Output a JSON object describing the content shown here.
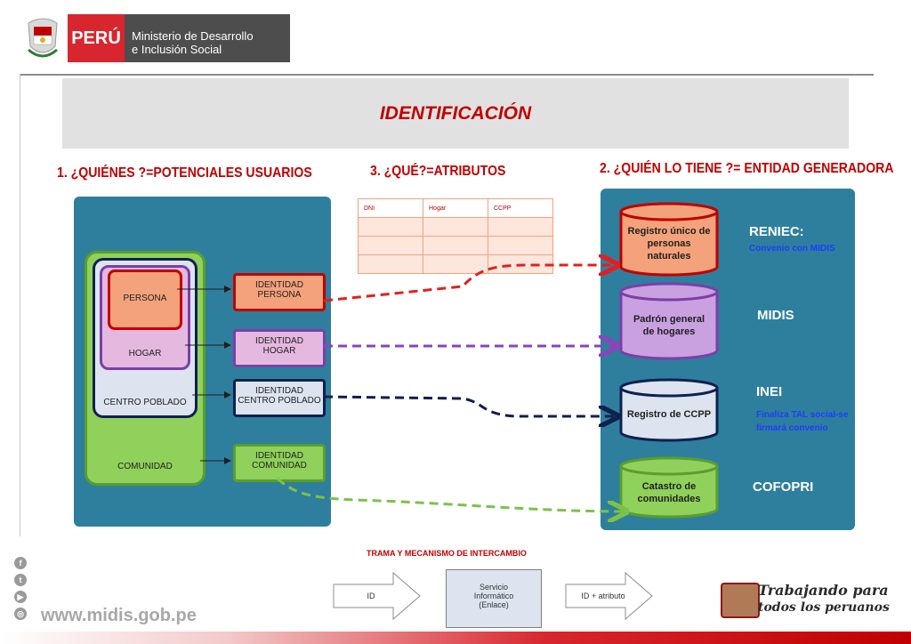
{
  "header": {
    "country": "PERÚ",
    "ministry_line1": "Ministerio de Desarrollo",
    "ministry_line2": "e Inclusión Social"
  },
  "title": "IDENTIFICACIÓN",
  "sections": {
    "users": "1. ¿QUIÉNES ?=POTENCIALES USUARIOS",
    "attributes": "3. ¿QUÉ?=ATRIBUTOS",
    "entity": "2. ¿QUIÉN LO TIENE ?= ENTIDAD GENERADORA"
  },
  "nested": {
    "persona": "PERSONA",
    "hogar": "HOGAR",
    "centro": "CENTRO POBLADO",
    "comunidad": "COMUNIDAD"
  },
  "identities": {
    "persona": [
      "IDENTIDAD",
      "PERSONA"
    ],
    "hogar": [
      "IDENTIDAD",
      "HOGAR"
    ],
    "centro": [
      "IDENTIDAD",
      "CENTRO POBLADO"
    ],
    "comunidad": [
      "IDENTIDAD",
      "COMUNIDAD"
    ]
  },
  "attr_table": {
    "headers": [
      "DNI",
      "Hogar",
      "CCPP"
    ]
  },
  "databases": {
    "reniec": [
      "Registro  único de",
      "personas",
      "naturales"
    ],
    "midis": [
      "Padrón general",
      "de hogares"
    ],
    "inei": [
      "Registro de CCPP"
    ],
    "cofopri": [
      "Catastro de",
      "comunidades"
    ]
  },
  "entities": {
    "reniec": {
      "name": "RENIEC:",
      "note": "Convenio con MIDIS"
    },
    "midis": {
      "name": "MIDIS"
    },
    "inei": {
      "name": "INEI",
      "note1": "Finaliza  TAL social-se",
      "note2": "firmará convenio"
    },
    "cofopri": {
      "name": "COFOPRI"
    }
  },
  "exchange": {
    "title": "TRAMA Y MECANISMO DE INTERCAMBIO",
    "input": "ID",
    "service": [
      "Servicio",
      "Informático",
      "(Enlace)"
    ],
    "output": "ID + atributo"
  },
  "footer": {
    "url": "www.midis.gob.pe",
    "slogan1": "Trabajando para",
    "slogan2": "todos los peruanos"
  },
  "colors": {
    "accent_red": "#c00000",
    "panel_teal": "#2e7f9d",
    "persona": "#f4a27c",
    "hogar": "#e5b8e0",
    "centro": "#dde4f0",
    "comunidad": "#8fd15a"
  }
}
